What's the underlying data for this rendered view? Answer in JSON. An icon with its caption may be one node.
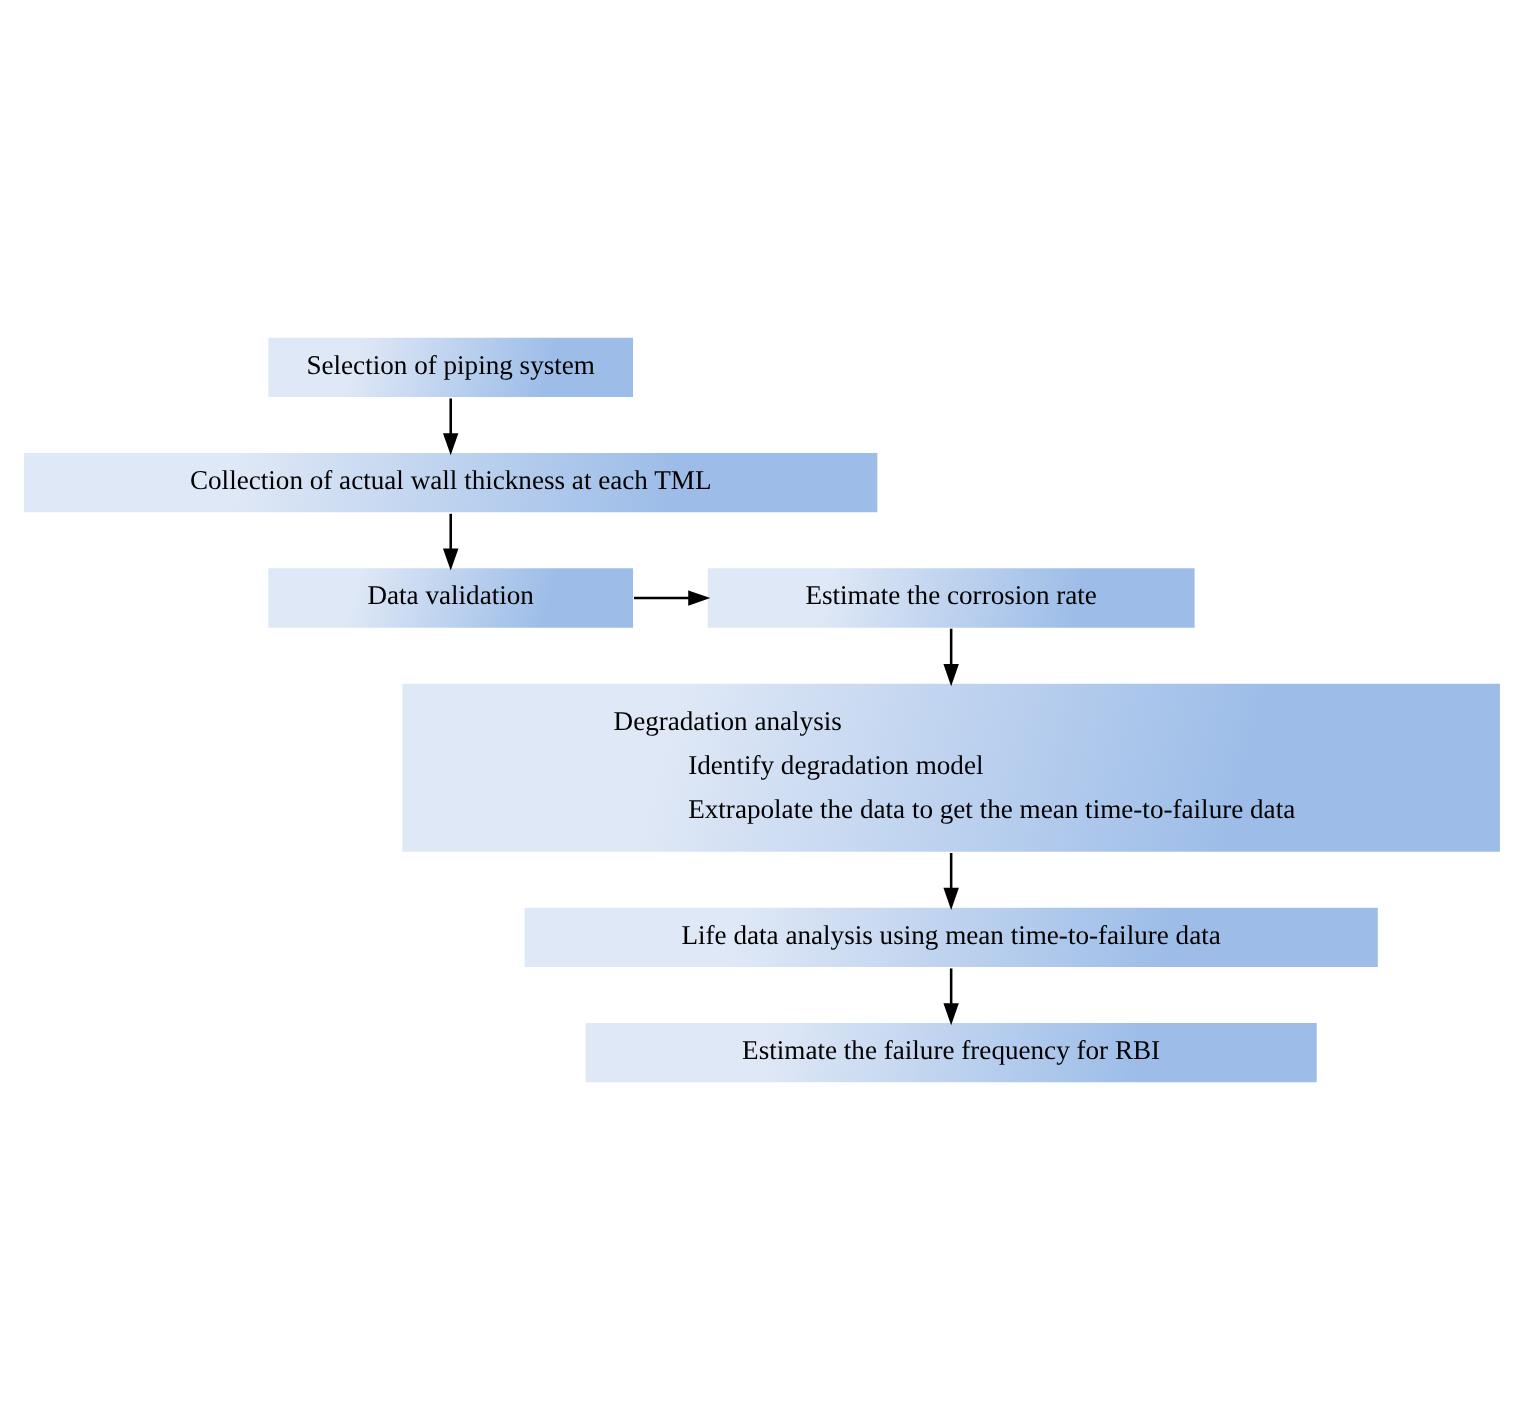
{
  "diagram": {
    "nodes": [
      {
        "text": [
          "Selection of piping system"
        ]
      },
      {
        "text": [
          "Collection of actual wall thickness at each TML"
        ]
      },
      {
        "text": [
          "Data validation"
        ]
      },
      {
        "text": [
          "Estimate the corrosion rate"
        ]
      },
      {
        "text": [
          "Degradation analysis",
          "Identify degradation model",
          "Extrapolate the data to get the mean time-to-failure data"
        ]
      },
      {
        "text": [
          "Life data analysis using mean time-to-failure data"
        ]
      },
      {
        "text": [
          "Estimate the failure frequency for RBI"
        ]
      }
    ],
    "edges": [
      {
        "from": 0,
        "to": 1,
        "arrow": "to"
      },
      {
        "from": 1,
        "to": 2,
        "arrow": "to"
      },
      {
        "from": 2,
        "to": 3,
        "arrow": "to"
      },
      {
        "from": 3,
        "to": 4,
        "arrow": "to"
      },
      {
        "from": 4,
        "to": 5,
        "arrow": "to"
      },
      {
        "from": 5,
        "to": 6,
        "arrow": "to"
      }
    ]
  }
}
